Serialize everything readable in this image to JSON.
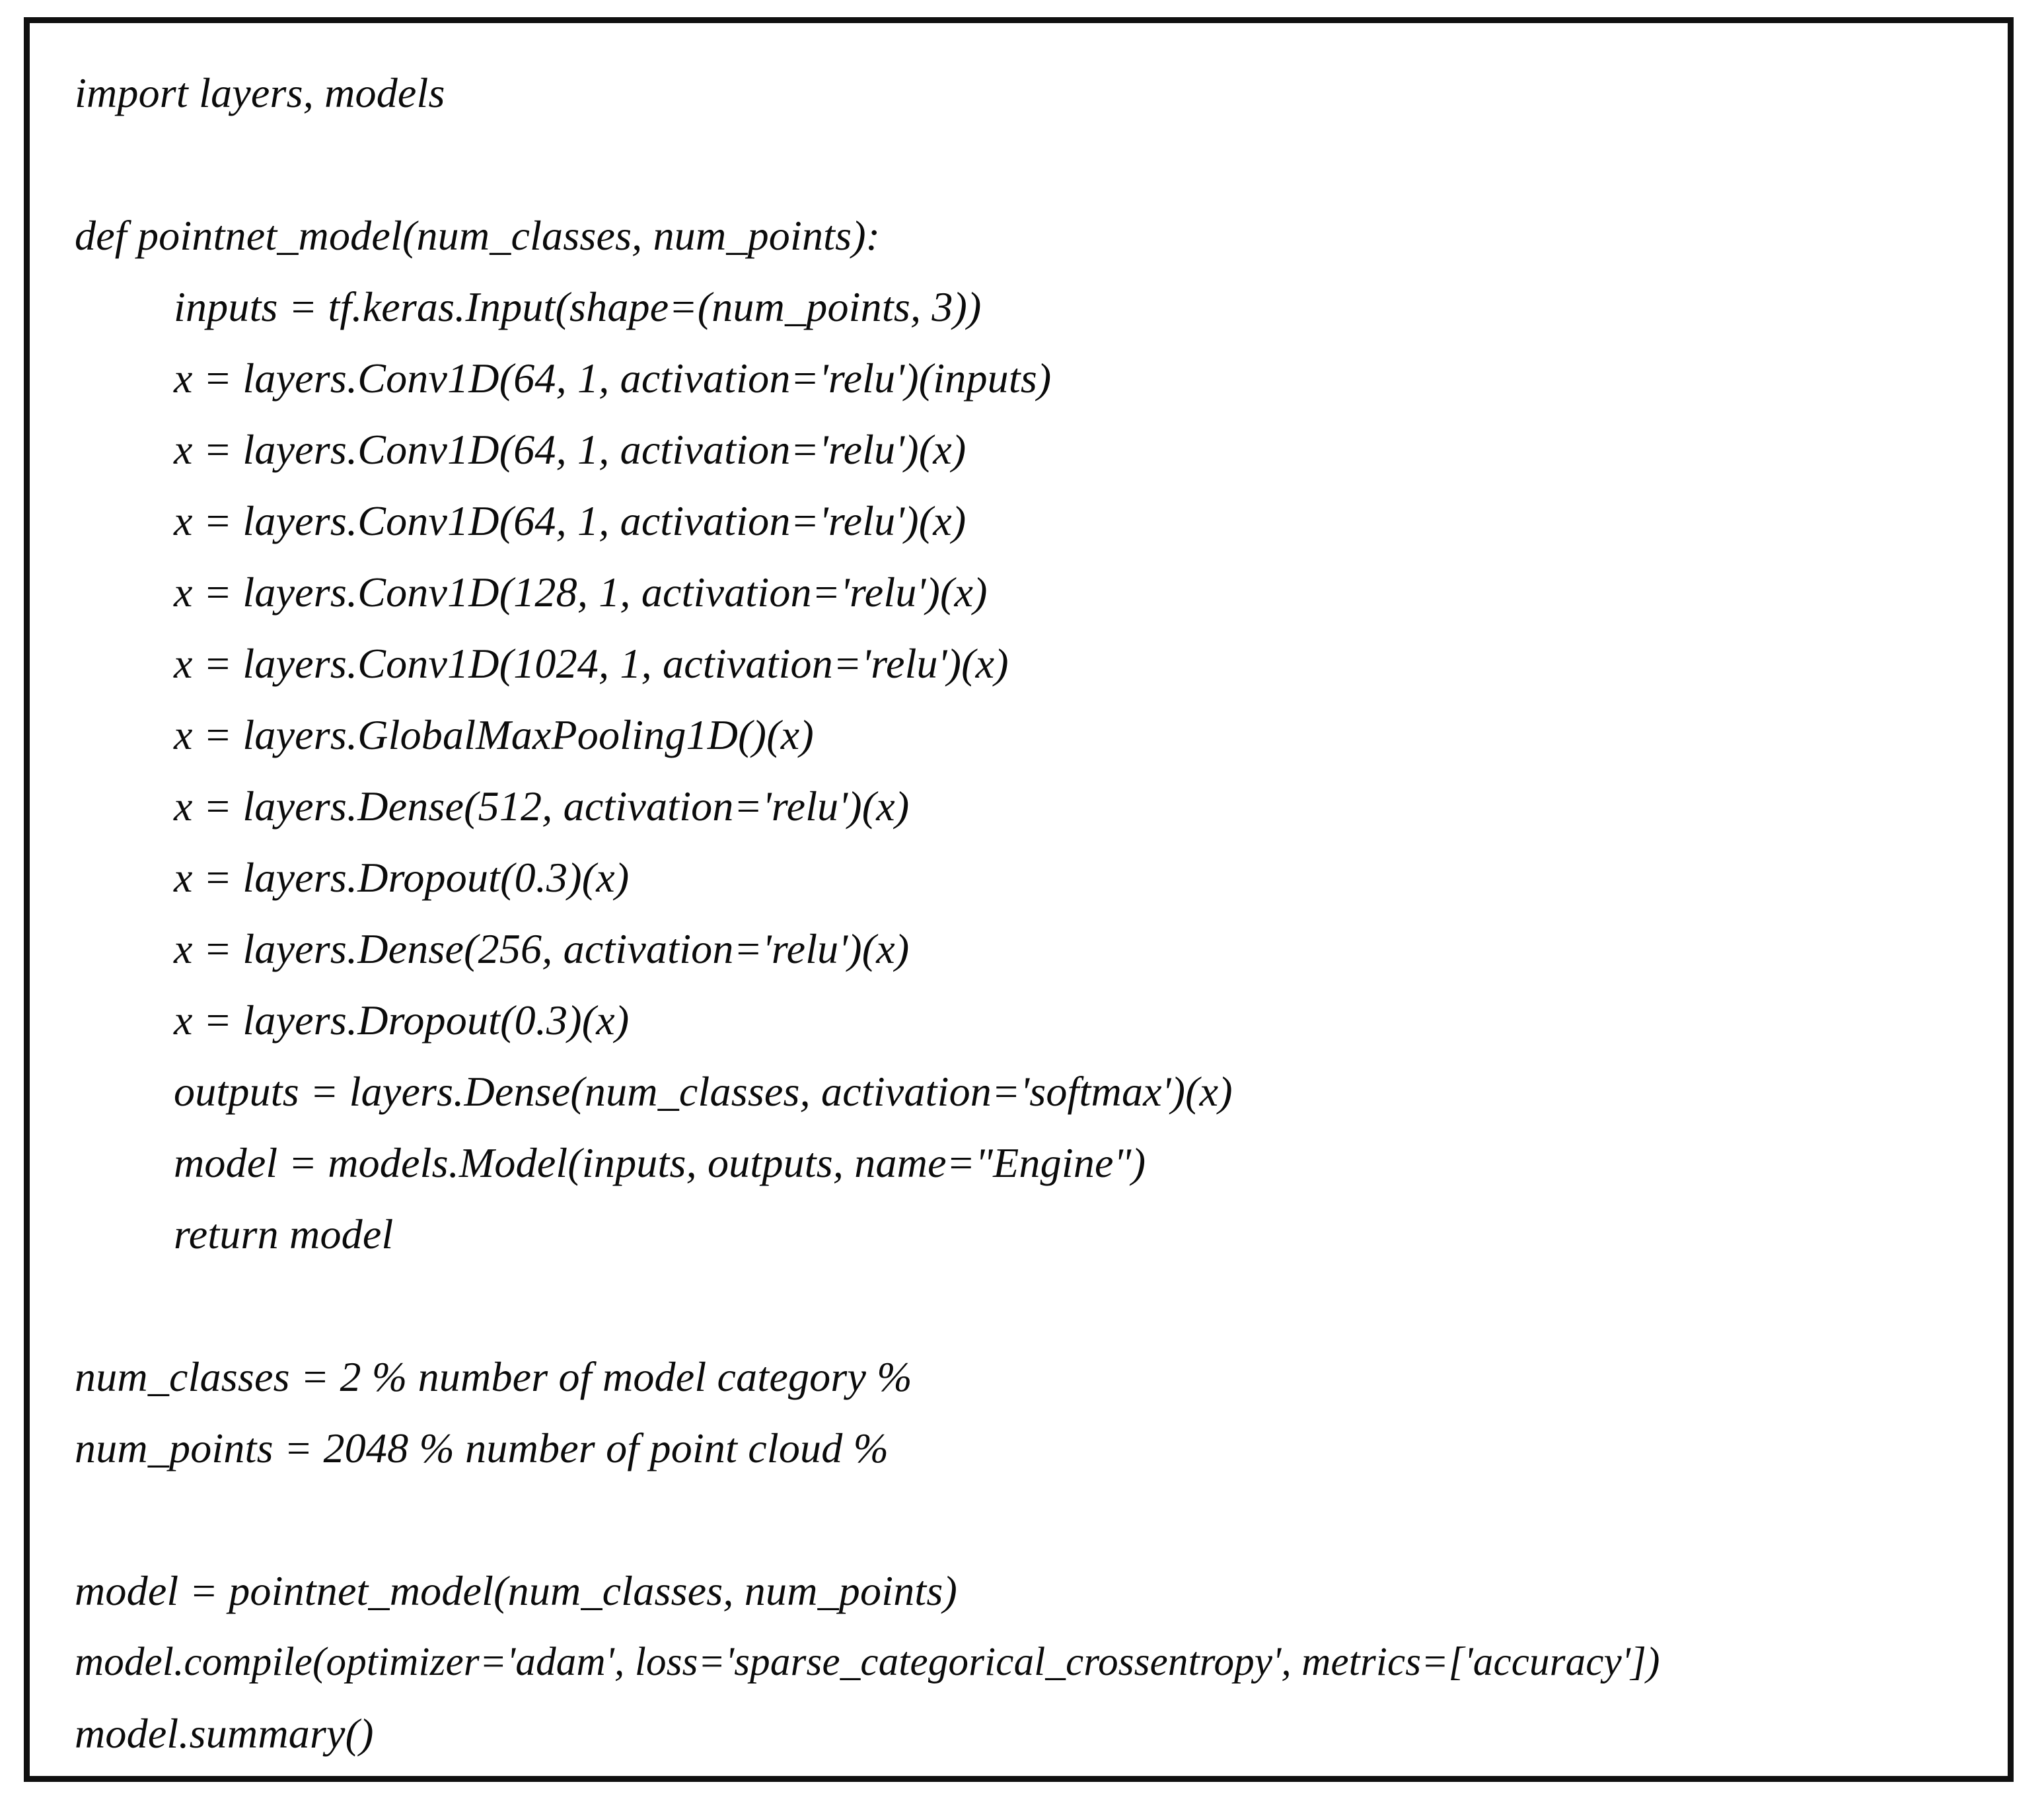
{
  "document": {
    "type": "code-listing",
    "language": "python",
    "frame": {
      "border_color": "#101010",
      "background_color": "#ffffff",
      "text_color": "#0b0b0b"
    },
    "lines": [
      {
        "id": "l01",
        "indent": 0,
        "text": "import layers, models"
      },
      {
        "id": "l02",
        "indent": 0,
        "text": ""
      },
      {
        "id": "l03",
        "indent": 0,
        "text": "def pointnet_model(num_classes, num_points):"
      },
      {
        "id": "l04",
        "indent": 1,
        "text": "inputs = tf.keras.Input(shape=(num_points, 3))"
      },
      {
        "id": "l05",
        "indent": 1,
        "text": "x = layers.Conv1D(64, 1, activation='relu')(inputs)"
      },
      {
        "id": "l06",
        "indent": 1,
        "text": "x = layers.Conv1D(64, 1, activation='relu')(x)"
      },
      {
        "id": "l07",
        "indent": 1,
        "text": "x = layers.Conv1D(64, 1, activation='relu')(x)"
      },
      {
        "id": "l08",
        "indent": 1,
        "text": "x = layers.Conv1D(128, 1, activation='relu')(x)"
      },
      {
        "id": "l09",
        "indent": 1,
        "text": "x = layers.Conv1D(1024, 1, activation='relu')(x)"
      },
      {
        "id": "l10",
        "indent": 1,
        "text": "x = layers.GlobalMaxPooling1D()(x)"
      },
      {
        "id": "l11",
        "indent": 1,
        "text": "x = layers.Dense(512, activation='relu')(x)"
      },
      {
        "id": "l12",
        "indent": 1,
        "text": "x = layers.Dropout(0.3)(x)"
      },
      {
        "id": "l13",
        "indent": 1,
        "text": "x = layers.Dense(256, activation='relu')(x)"
      },
      {
        "id": "l14",
        "indent": 1,
        "text": "x = layers.Dropout(0.3)(x)"
      },
      {
        "id": "l15",
        "indent": 1,
        "text": "outputs = layers.Dense(num_classes, activation='softmax')(x)"
      },
      {
        "id": "l16",
        "indent": 1,
        "text": "model = models.Model(inputs, outputs, name=\"Engine\")"
      },
      {
        "id": "l17",
        "indent": 1,
        "text": "return model"
      },
      {
        "id": "l18",
        "indent": 0,
        "text": ""
      },
      {
        "id": "l19",
        "indent": 0,
        "text": "num_classes = 2 % number of model category %"
      },
      {
        "id": "l20",
        "indent": 0,
        "text": "num_points = 2048 % number of point cloud %"
      },
      {
        "id": "l21",
        "indent": 0,
        "text": ""
      },
      {
        "id": "l22",
        "indent": 0,
        "text": "model = pointnet_model(num_classes, num_points)"
      },
      {
        "id": "l23",
        "indent": 0,
        "tight": true,
        "text": "model.compile(optimizer='adam', loss='sparse_categorical_crossentropy', metrics=['accuracy'])"
      },
      {
        "id": "l24",
        "indent": 0,
        "text": "model.summary()"
      }
    ]
  }
}
